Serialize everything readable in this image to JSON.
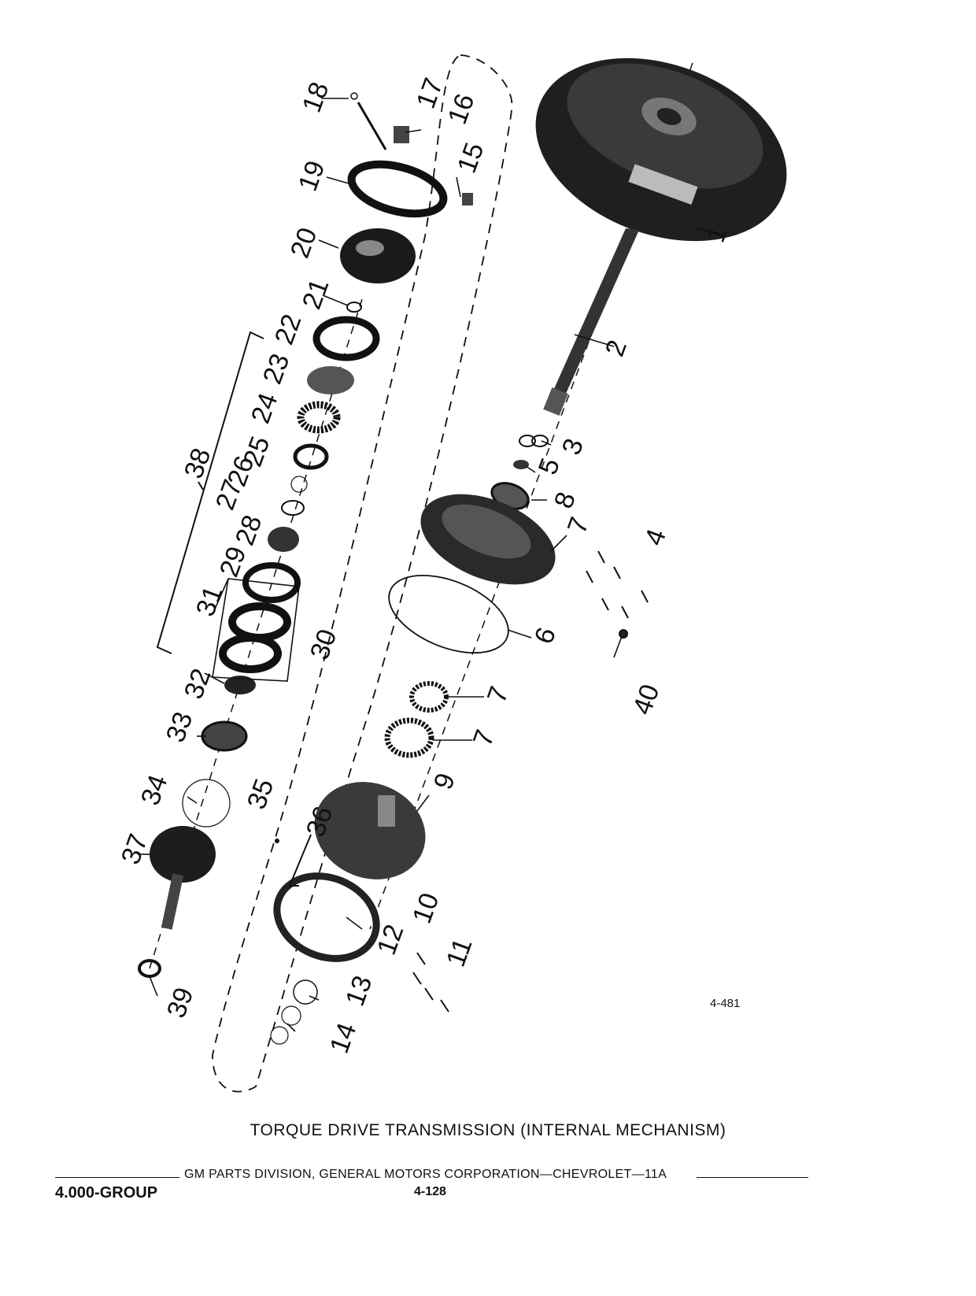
{
  "figure": {
    "id": "4-481",
    "caption": "TORQUE DRIVE TRANSMISSION (INTERNAL MECHANISM)",
    "callouts": [
      "1",
      "2",
      "3",
      "4",
      "5",
      "6",
      "7",
      "7",
      "7",
      "8",
      "9",
      "10",
      "11",
      "12",
      "13",
      "14",
      "15",
      "16",
      "17",
      "18",
      "19",
      "20",
      "21",
      "22",
      "23",
      "24",
      "25",
      "26",
      "27",
      "28",
      "29",
      "30",
      "31",
      "32",
      "33",
      "34",
      "35",
      "36",
      "37",
      "38",
      "39",
      "40"
    ]
  },
  "footer": {
    "corporation": "GM PARTS DIVISION, GENERAL MOTORS CORPORATION—CHEVROLET—11A",
    "group": "4.000-GROUP",
    "page": "4-128"
  },
  "colors": {
    "ink": "#111111",
    "paper": "#ffffff",
    "part_fill": "#2a2a2a"
  }
}
